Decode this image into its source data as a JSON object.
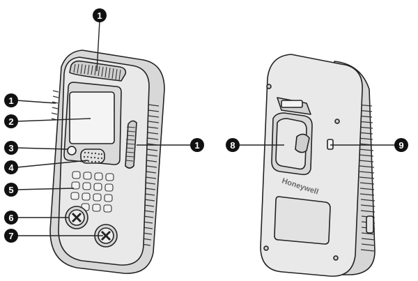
{
  "callouts": [
    {
      "label": "1",
      "target": "front-top-grille"
    },
    {
      "label": "1",
      "target": "front-left-grille"
    },
    {
      "label": "2",
      "target": "display-screen"
    },
    {
      "label": "3",
      "target": "light-sensor"
    },
    {
      "label": "4",
      "target": "speaker-grille"
    },
    {
      "label": "5",
      "target": "keypad"
    },
    {
      "label": "6",
      "target": "left-dial"
    },
    {
      "label": "7",
      "target": "right-dial"
    },
    {
      "label": "1",
      "target": "front-right-grille"
    },
    {
      "label": "8",
      "target": "belt-clip"
    },
    {
      "label": "9",
      "target": "side-port"
    }
  ],
  "back": {
    "brand": "Honeywell"
  },
  "colors": {
    "callout": "#111111",
    "line": "#222222",
    "body": "#e6e6e6",
    "panel": "#d3d3d3"
  }
}
